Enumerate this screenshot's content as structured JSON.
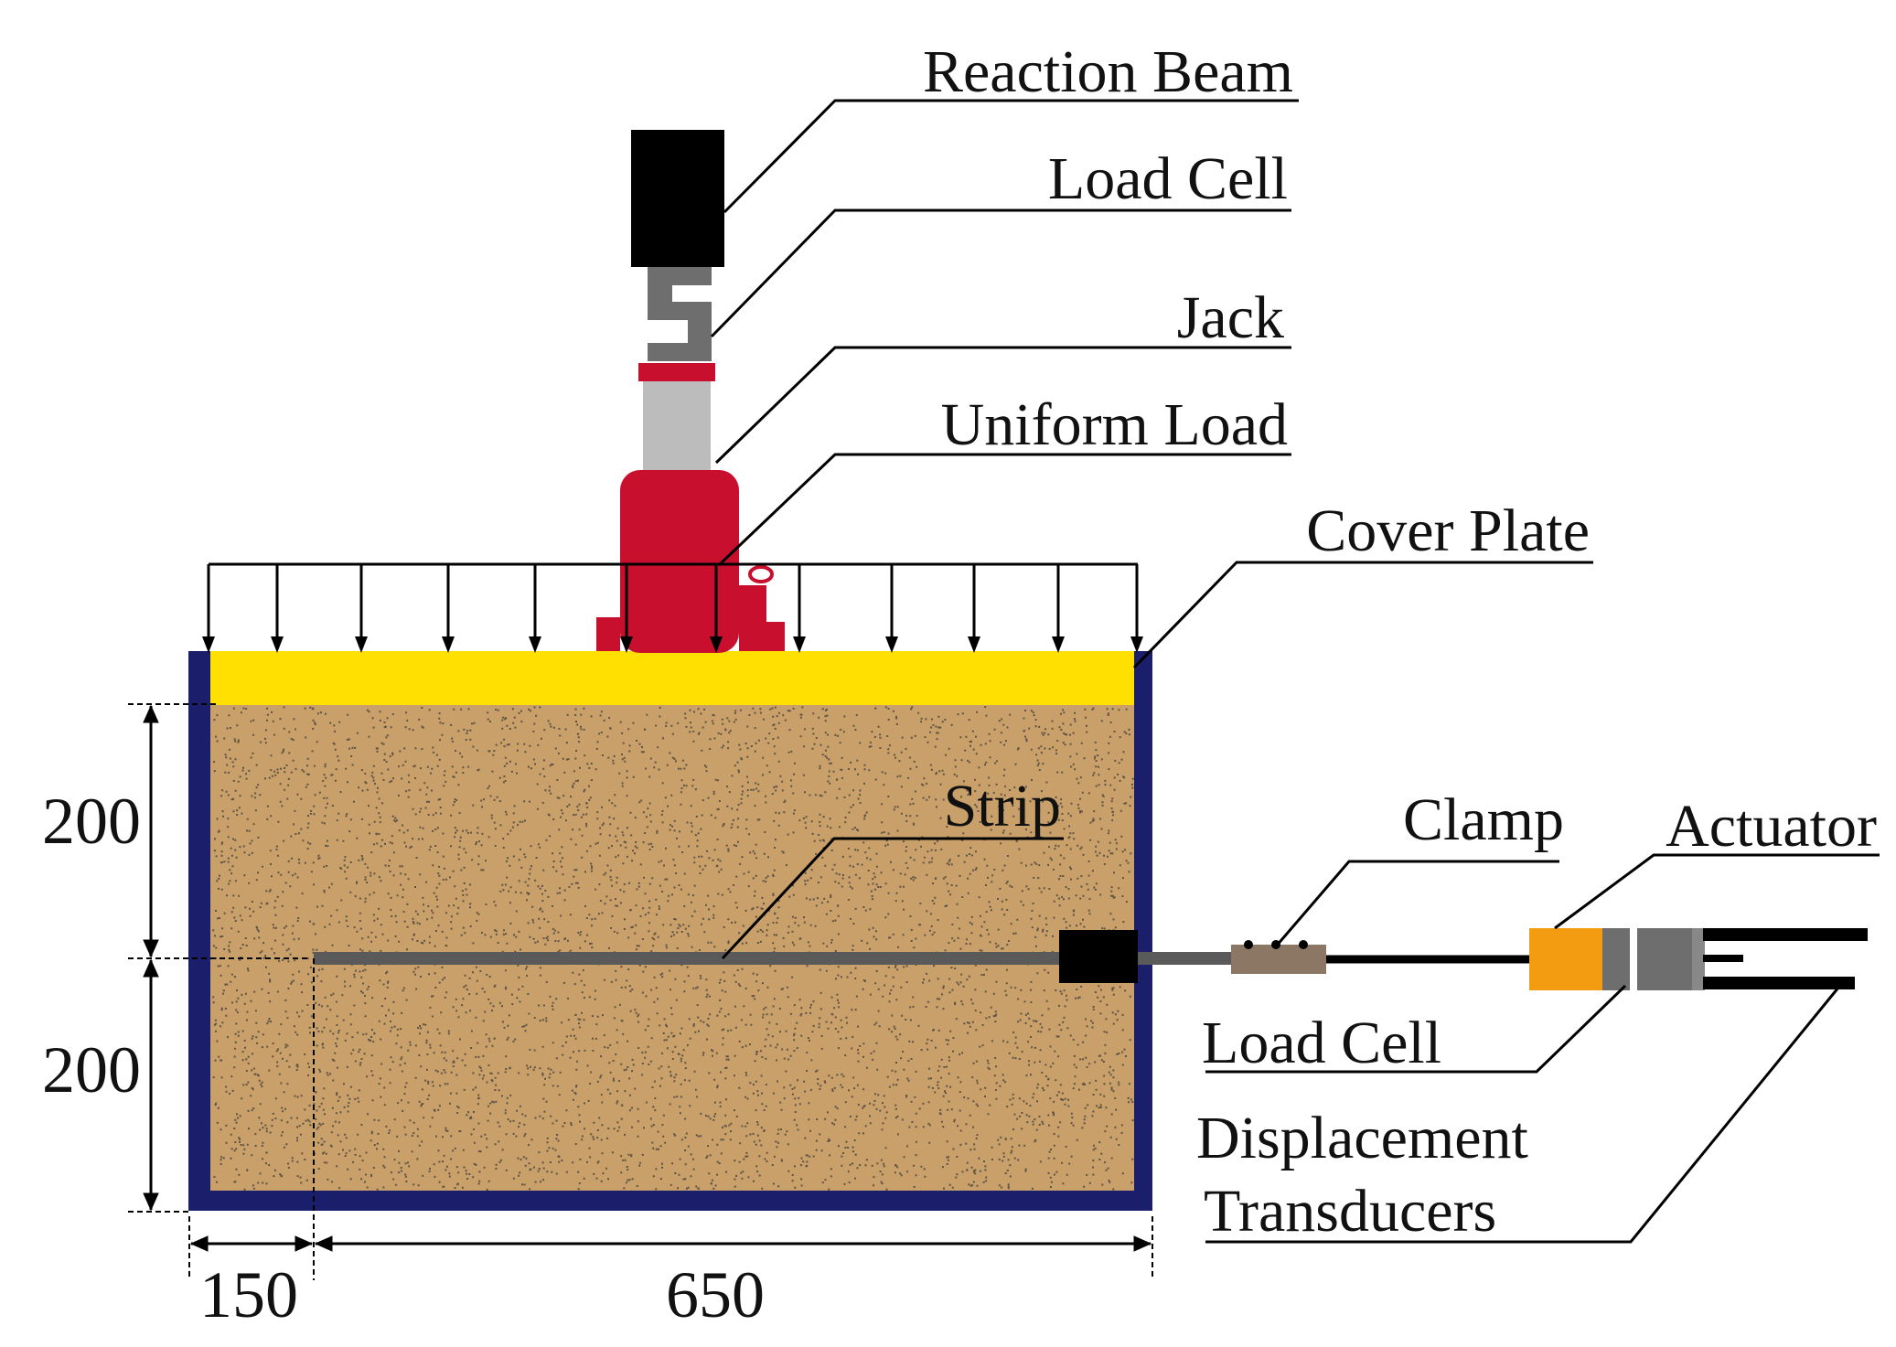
{
  "labels": {
    "reaction_beam": "Reaction Beam",
    "load_cell_top": "Load Cell",
    "jack": "Jack",
    "uniform_load": "Uniform Load",
    "cover_plate": "Cover Plate",
    "strip": "Strip",
    "clamp": "Clamp",
    "actuator": "Actuator",
    "load_cell_bottom": "Load Cell",
    "displacement_line1": "Displacement",
    "displacement_line2": "Transducers"
  },
  "dimensions": {
    "upper_height": "200",
    "lower_height": "200",
    "strip_offset": "150",
    "strip_length": "650"
  },
  "colors": {
    "box_frame": "#1b1f6b",
    "soil": "#c9a06a",
    "cover_plate": "#ffe000",
    "jack_red": "#c8102e",
    "jack_piston": "#bcbcbc",
    "load_cell_grey": "#6e6e6e",
    "clamp": "#8b7763",
    "actuator_orange": "#f39c12",
    "black": "#000000",
    "strip_grey": "#5a5a5a"
  }
}
